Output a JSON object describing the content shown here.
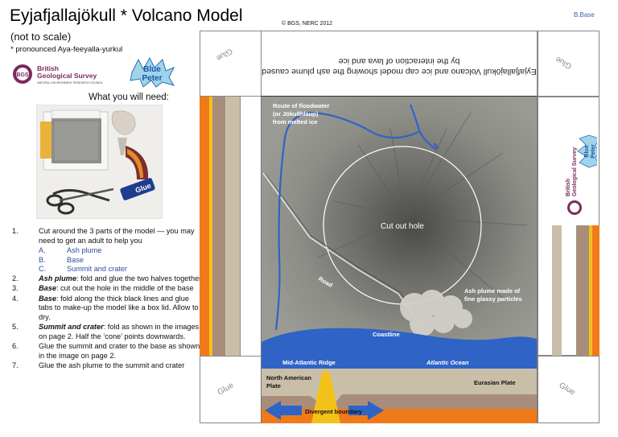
{
  "header": {
    "title": "Eyjafjallajökull * Volcano Model",
    "subtitle": "(not to scale)",
    "pronunciation": "* pronounced Aya-feeyalla-yurkul",
    "copyright": "© BGS, NERC 2012",
    "sheet_id": "B.Base"
  },
  "logos": {
    "bgs_name_line1": "British",
    "bgs_name_line2": "Geological Survey",
    "bgs_tagline": "NATURAL ENVIRONMENT RESEARCH COUNCIL",
    "bgs_badge": "BGS",
    "bluepeter_line1": "Blue",
    "bluepeter_line2": "Peter"
  },
  "needs": {
    "title": "What you will need:",
    "glue_label": "Glue"
  },
  "steps": [
    {
      "num": "1.",
      "text": "Cut around the 3 parts of the model — you may need to get an adult to help you"
    },
    {
      "num": "2.",
      "bold": "Ash plume",
      "text": ": fold and glue the two halves together"
    },
    {
      "num": "3.",
      "bold": "Base",
      "text": ": cut out the hole in the middle of the base"
    },
    {
      "num": "4.",
      "bold": "Base",
      "text": ": fold along the thick black lines and glue tabs to make-up the model like a box lid. Allow to dry."
    },
    {
      "num": "5.",
      "bold": "Summit and crater",
      "text": ": fold as shown in the images on page 2. Half the ‘cone’ points downwards."
    },
    {
      "num": "6.",
      "text": "Glue the summit and crater to the base as shown in the image on page 2."
    },
    {
      "num": "7.",
      "text": "Glue the ash plume to the summit and crater"
    }
  ],
  "parts": [
    {
      "letter": "A.",
      "label": "Ash plume"
    },
    {
      "letter": "B.",
      "label": "Base"
    },
    {
      "letter": "C.",
      "label": "Summit and crater"
    }
  ],
  "template": {
    "glue_label": "Glue",
    "top_caption": "Eyjafjallajökull Volcano and ice cap model showing the ash plume caused by the interaction of lava and ice"
  },
  "map": {
    "floodwater_label_1": "Route of floodwater",
    "floodwater_label_2": "(or Jökullhlaup)",
    "floodwater_label_3": "from melted ice",
    "hole_label": "Cut out hole",
    "road_label": "Road",
    "ash_label_1": "Ash plume made of",
    "ash_label_2": "fine glassy particles",
    "coastline_label": "Coastline"
  },
  "cross_section": {
    "ridge_label": "Mid-Atlantic Ridge",
    "ocean_label": "Atlantic Ocean",
    "plate_left_1": "North American",
    "plate_left_2": "Plate",
    "plate_right": "Eurasian Plate",
    "boundary_label": "Divergent boundary"
  },
  "colors": {
    "ocean_blue": "#2f63c6",
    "magma_orange": "#f07a1a",
    "magma_yellow": "#f3c21a",
    "crust_tan": "#c9bfa8",
    "crust_brown": "#a88e7a",
    "bgs_purple": "#7b2a5c",
    "route_blue": "#2f63c6"
  }
}
